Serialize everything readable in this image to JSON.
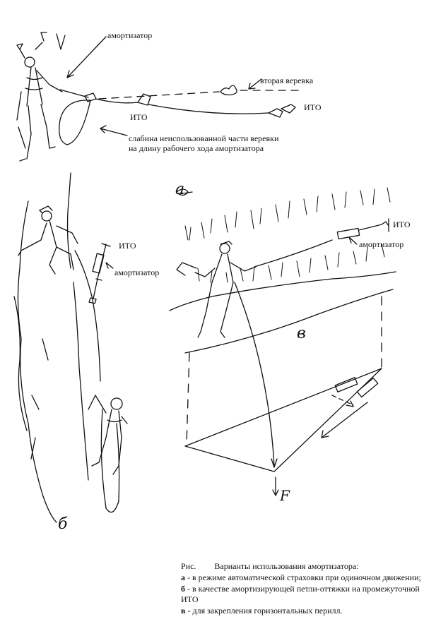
{
  "labels": {
    "amortizator": "амортизатор",
    "vtoraya_verevka": "вторая веревка",
    "ito": "ИТО",
    "slabina_line1": "слабина неиспользованной части веревки",
    "slabina_line2": "на длину рабочего хода амортизатора",
    "letter_a": "а",
    "letter_b": "б",
    "letter_v": "в",
    "force": "F"
  },
  "caption": {
    "prefix": "Рис.",
    "title": "Варианты использования амортизатора:",
    "items": [
      {
        "key": "а",
        "text": " - в режиме автоматической страховки при одиночном движении;"
      },
      {
        "key": "б",
        "text": " - в качестве амортизирующей петли-оттяжки на промежуточной ИТО"
      },
      {
        "key": "в",
        "text": " - для закрепления горизонтальных перилл."
      }
    ]
  }
}
